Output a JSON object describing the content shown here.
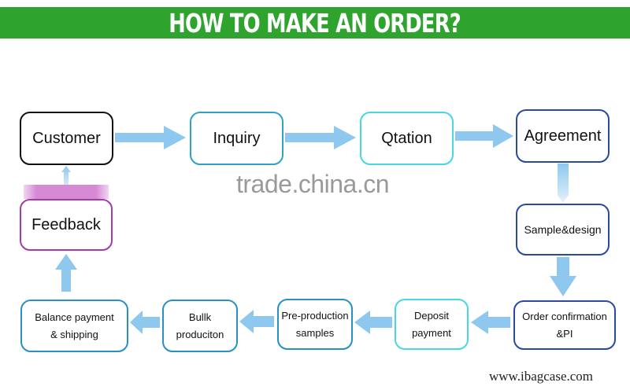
{
  "header": {
    "title": "HOW TO MAKE AN ORDER?"
  },
  "colors": {
    "banner": "#2ea42f",
    "arrow": "#8ec8ee",
    "customer_border": "#111111",
    "inquiry_border": "#2fa3c4",
    "qtation_border": "#46d8e0",
    "agreement_border": "#2a4aa0",
    "feedback_border": "#a43ca8",
    "bottom_border": "#2a8fc4"
  },
  "steps": {
    "customer": {
      "label": "Customer"
    },
    "inquiry": {
      "label": "Inquiry"
    },
    "qtation": {
      "label": "Qtation"
    },
    "agreement": {
      "label": "Agreement"
    },
    "sample_design": {
      "label": "Sample&design"
    },
    "order_confirmation": {
      "line1": "Order confirmation",
      "line2": "&PI"
    },
    "deposit_payment": {
      "line1": "Deposit",
      "line2": "payment"
    },
    "pre_production": {
      "line1": "Pre-production",
      "line2": "samples"
    },
    "bulk_production": {
      "line1": "Bullk",
      "line2": "produciton"
    },
    "balance_payment": {
      "line1": "Balance payment",
      "line2": "& shipping"
    },
    "feedback": {
      "label": "Feedback"
    }
  },
  "watermark": {
    "text": "trade.china.cn"
  },
  "footer": {
    "website": "www.ibagcase.com"
  }
}
